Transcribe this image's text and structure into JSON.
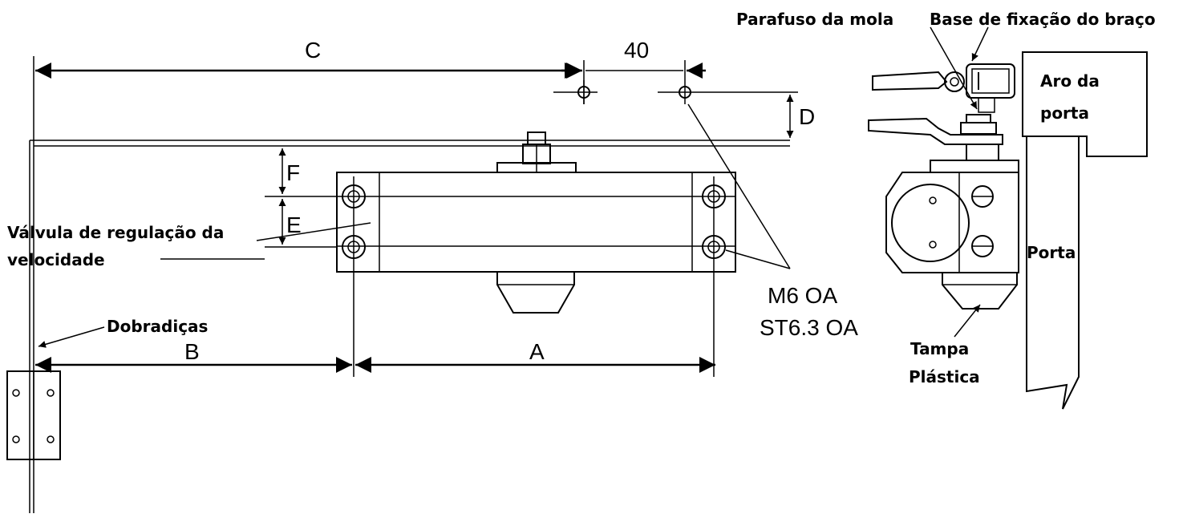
{
  "dimensions": {
    "a": "A",
    "b": "B",
    "c": "C",
    "d": "D",
    "e": "E",
    "f": "F",
    "forty": "40"
  },
  "labels": {
    "speed_valve_line1": "Válvula de regulação da",
    "speed_valve_line2": "velocidade",
    "hinges": "Dobradiças",
    "screw_line1": "M6 OA",
    "screw_line2": "ST6.3 OA",
    "spring_screw": "Parafuso da mola",
    "arm_base": "Base de fixação do braço",
    "frame_line1": "Aro da",
    "frame_line2": "porta",
    "door": "Porta",
    "cap_line1": "Tampa",
    "cap_line2": "Plástica"
  }
}
